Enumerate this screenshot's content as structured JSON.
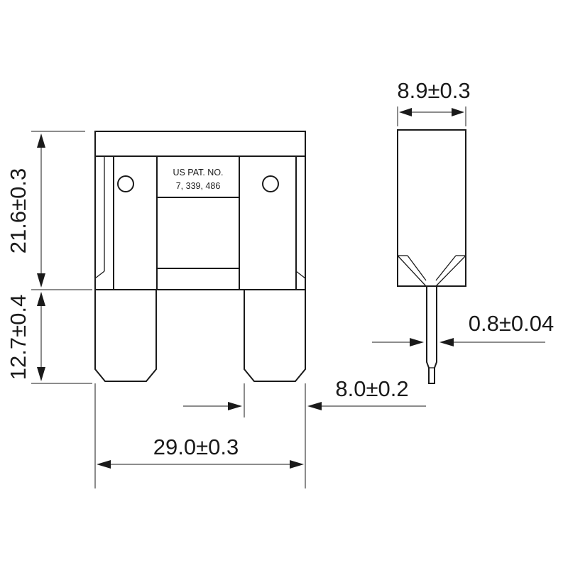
{
  "label": {
    "line1": "US PAT. NO.",
    "line2": "7, 339, 486"
  },
  "dimensions": {
    "width_29": "29.0±0.3",
    "height_21_6": "21.6±0.3",
    "height_12_7": "12.7±0.4",
    "gap_8_0": "8.0±0.2",
    "thickness_8_9": "8.9±0.3",
    "terminal_0_8": "0.8±0.04"
  }
}
